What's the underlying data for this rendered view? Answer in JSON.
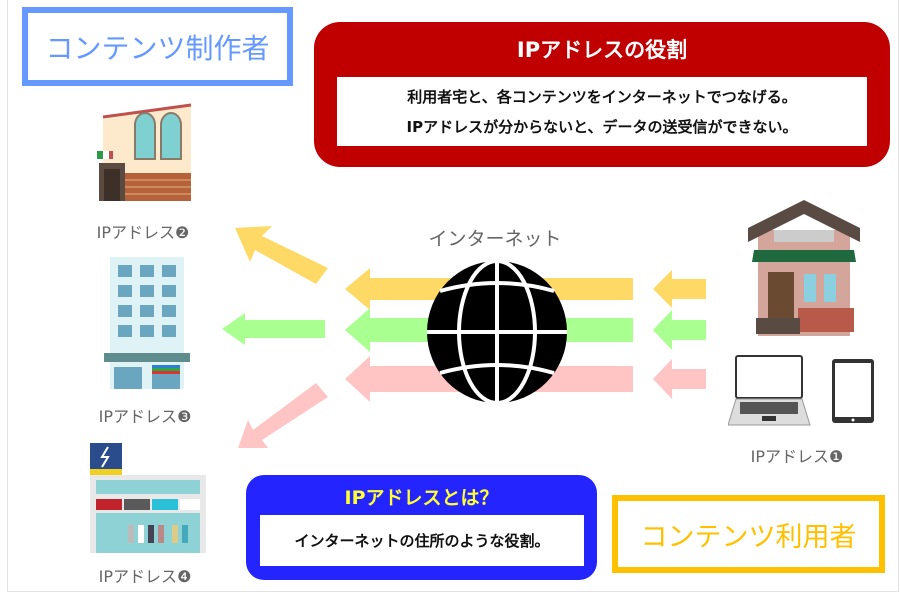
{
  "producer_label": "コンテンツ制作者",
  "user_label": "コンテンツ利用者",
  "role_box": {
    "title": "IPアドレスの役割",
    "lines": [
      "利用者宅と、各コンテンツをインターネットでつなげる。",
      "IPアドレスが分からないと、データの送受信ができない。"
    ]
  },
  "internet_label": "インターネット",
  "ip_labels": {
    "ip1": "IPアドレス❶",
    "ip2": "IPアドレス❷",
    "ip3": "IPアドレス❸",
    "ip4": "IPアドレス❹"
  },
  "whatis_box": {
    "title": "IPアドレスとは？",
    "text": "インターネットの住所のような役割。"
  },
  "colors": {
    "red": "#c00000",
    "blue": "#2424ff",
    "producer": "#6699ff",
    "user": "#ffc000",
    "arrow_yellow": "#ffd966",
    "arrow_green": "#a9ff8f",
    "arrow_pink": "#ffc4c4"
  }
}
